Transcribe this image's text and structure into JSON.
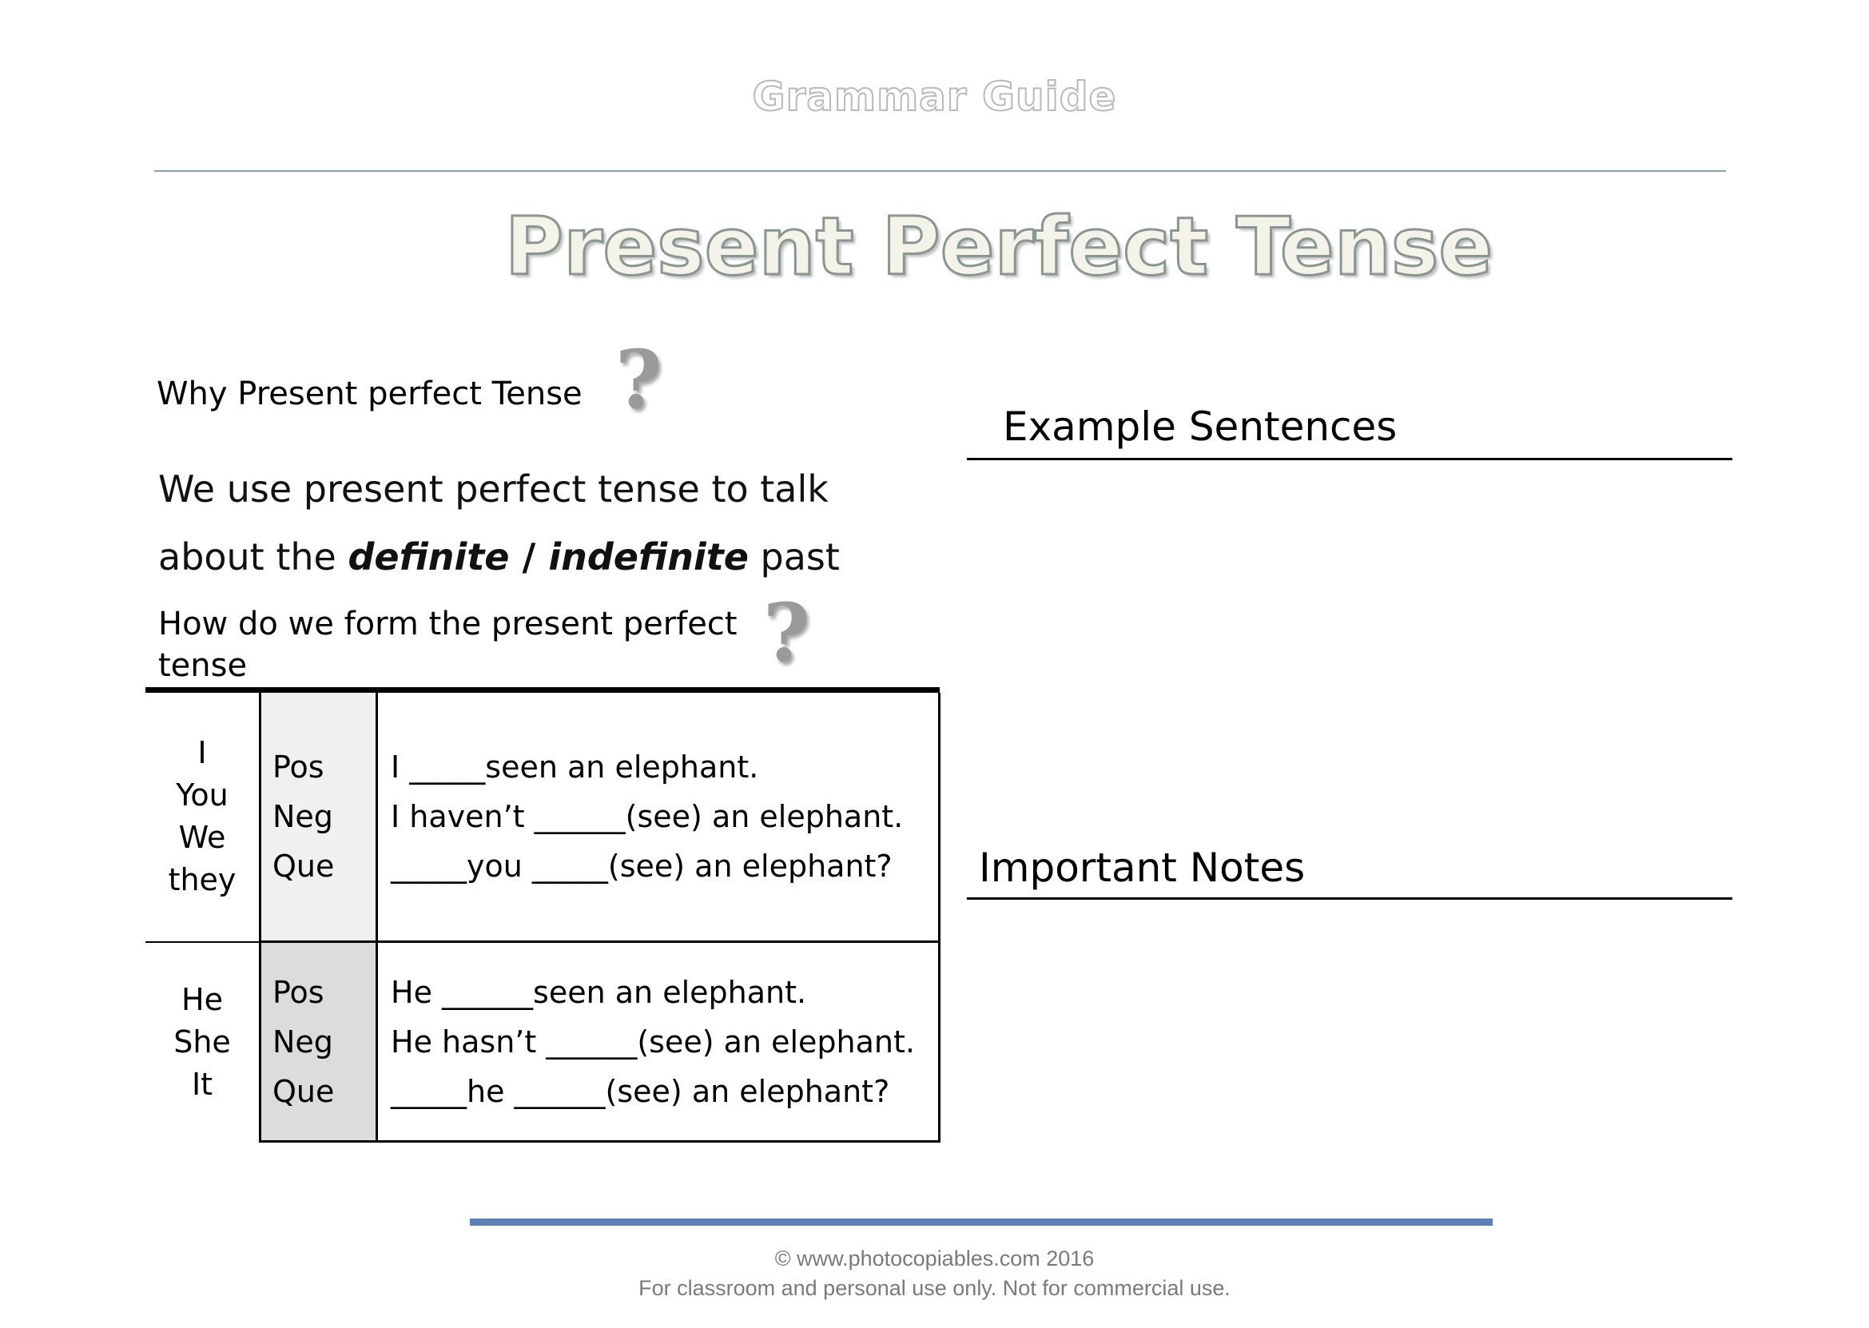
{
  "header": {
    "title": "Grammar Guide"
  },
  "title": "Present Perfect Tense",
  "why": {
    "heading": "Why Present perfect Tense",
    "line1": "We use present perfect tense to talk",
    "line2_prefix": "about the ",
    "definite": "definite",
    "slash": " / ",
    "indefinite": "indefinite",
    "line2_suffix": " past"
  },
  "how": {
    "heading": "How do we form the present perfect tense"
  },
  "table": {
    "group1": {
      "pronouns": [
        "I",
        "You",
        "We",
        "they"
      ],
      "types": [
        "Pos",
        "Neg",
        "Que"
      ],
      "examples": [
        "I _____seen an elephant.",
        "I haven’t ______(see) an elephant.",
        "_____you _____(see) an elephant?"
      ]
    },
    "group2": {
      "pronouns": [
        "He",
        "She",
        "It"
      ],
      "types": [
        "Pos",
        "Neg",
        "Que"
      ],
      "examples": [
        "He ______seen an elephant.",
        "He hasn’t ______(see) an elephant.",
        "_____he ______(see) an elephant?"
      ]
    }
  },
  "sections": {
    "examples": "Example Sentences",
    "notes": "Important Notes"
  },
  "footer": {
    "line1": "© www.photocopiables.com   2016",
    "line2": "For classroom and personal use only. Not for commercial use."
  },
  "icons": {
    "question": "question-mark-icon"
  },
  "colors": {
    "header_rule": "#7f9cc7",
    "footer_bar": "#5b7fb8"
  }
}
